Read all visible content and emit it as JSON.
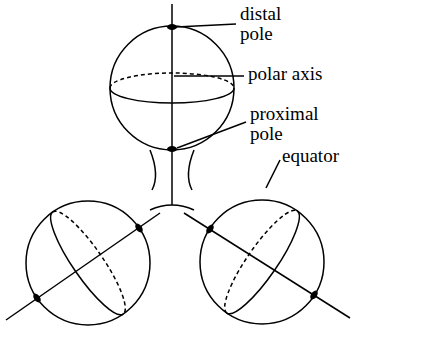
{
  "diagram": {
    "labels": [
      "distal pole",
      "polar axis",
      "proximal pole",
      "equator"
    ]
  }
}
